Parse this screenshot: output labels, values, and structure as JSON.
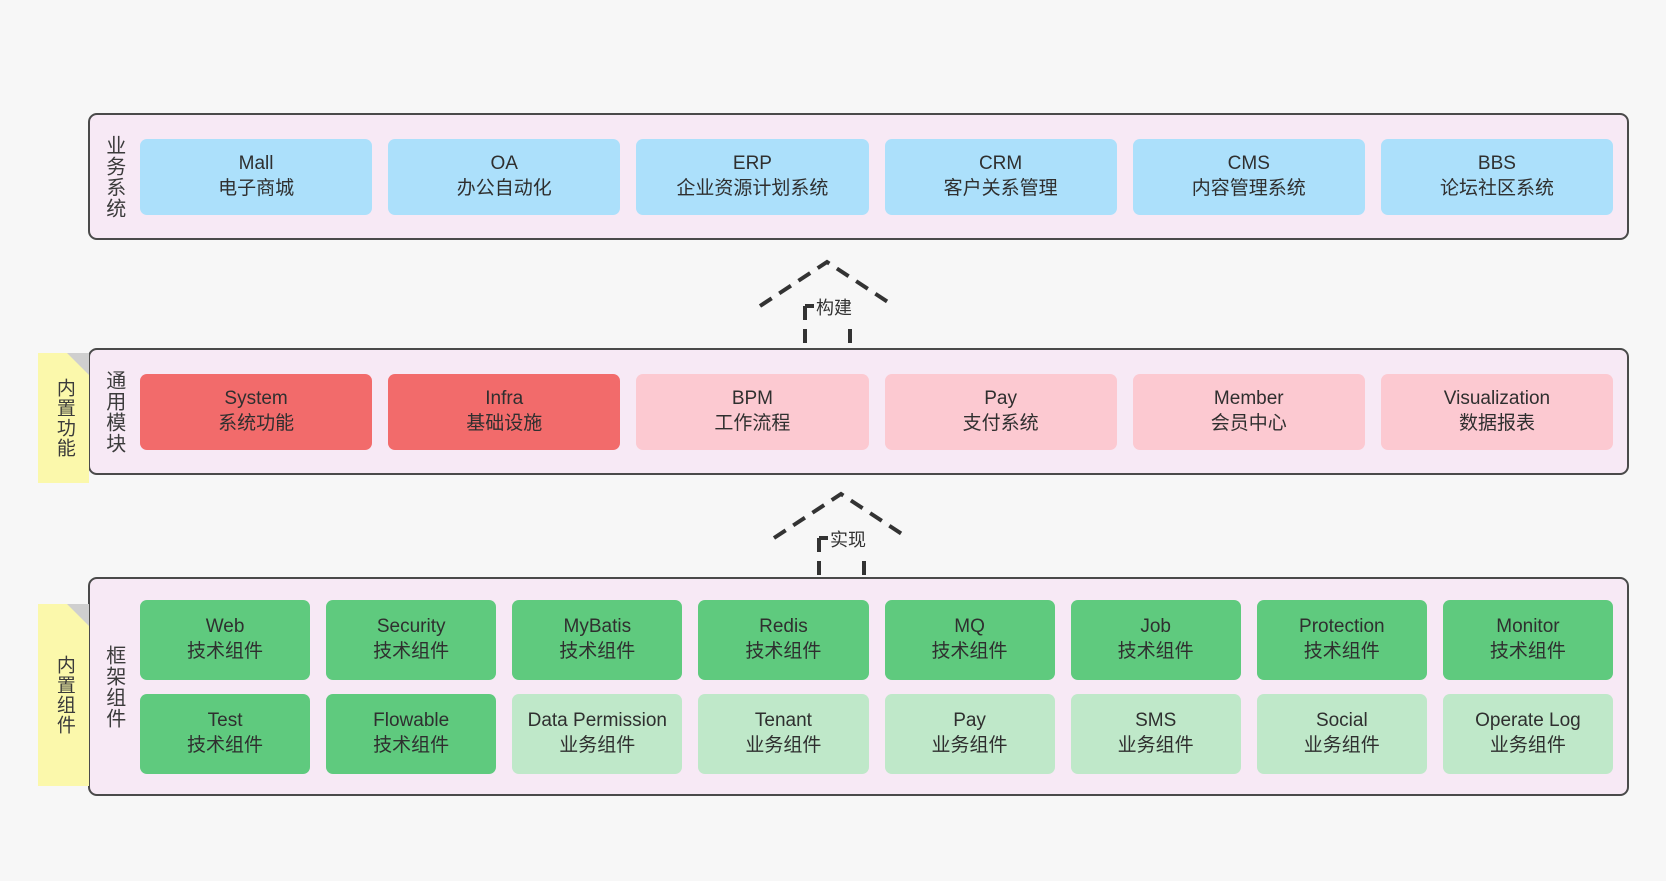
{
  "background_color": "#f7f7f7",
  "panel_color": "#f7e9f5",
  "note_color": "#fbf8ab",
  "colors": {
    "blue": "#ace0fb",
    "red_strong": "#f26b6b",
    "red_light": "#fcc9d1",
    "green_strong": "#5fca7e",
    "green_light": "#bfe8c9",
    "border": "#4a4a4a"
  },
  "notes": {
    "functions": "内置功能",
    "components": "内置组件"
  },
  "arrows": [
    {
      "name": "build",
      "label": "构建"
    },
    {
      "name": "impl",
      "label": "实现"
    }
  ],
  "layers": [
    {
      "id": "business",
      "title": "业务系统",
      "rows": [
        [
          {
            "en": "Mall",
            "cn": "电子商城",
            "color": "blue"
          },
          {
            "en": "OA",
            "cn": "办公自动化",
            "color": "blue"
          },
          {
            "en": "ERP",
            "cn": "企业资源计划系统",
            "color": "blue"
          },
          {
            "en": "CRM",
            "cn": "客户关系管理",
            "color": "blue"
          },
          {
            "en": "CMS",
            "cn": "内容管理系统",
            "color": "blue"
          },
          {
            "en": "BBS",
            "cn": "论坛社区系统",
            "color": "blue"
          }
        ]
      ]
    },
    {
      "id": "common",
      "title": "通用模块",
      "rows": [
        [
          {
            "en": "System",
            "cn": "系统功能",
            "color": "red_strong"
          },
          {
            "en": "Infra",
            "cn": "基础设施",
            "color": "red_strong"
          },
          {
            "en": "BPM",
            "cn": "工作流程",
            "color": "red_light"
          },
          {
            "en": "Pay",
            "cn": "支付系统",
            "color": "red_light"
          },
          {
            "en": "Member",
            "cn": "会员中心",
            "color": "red_light"
          },
          {
            "en": "Visualization",
            "cn": "数据报表",
            "color": "red_light"
          }
        ]
      ]
    },
    {
      "id": "framework",
      "title": "框架组件",
      "rows": [
        [
          {
            "en": "Web",
            "cn": "技术组件",
            "color": "green_strong"
          },
          {
            "en": "Security",
            "cn": "技术组件",
            "color": "green_strong"
          },
          {
            "en": "MyBatis",
            "cn": "技术组件",
            "color": "green_strong"
          },
          {
            "en": "Redis",
            "cn": "技术组件",
            "color": "green_strong"
          },
          {
            "en": "MQ",
            "cn": "技术组件",
            "color": "green_strong"
          },
          {
            "en": "Job",
            "cn": "技术组件",
            "color": "green_strong"
          },
          {
            "en": "Protection",
            "cn": "技术组件",
            "color": "green_strong"
          },
          {
            "en": "Monitor",
            "cn": "技术组件",
            "color": "green_strong"
          }
        ],
        [
          {
            "en": "Test",
            "cn": "技术组件",
            "color": "green_strong"
          },
          {
            "en": "Flowable",
            "cn": "技术组件",
            "color": "green_strong"
          },
          {
            "en": "Data Permission",
            "cn": "业务组件",
            "color": "green_light"
          },
          {
            "en": "Tenant",
            "cn": "业务组件",
            "color": "green_light"
          },
          {
            "en": "Pay",
            "cn": "业务组件",
            "color": "green_light"
          },
          {
            "en": "SMS",
            "cn": "业务组件",
            "color": "green_light"
          },
          {
            "en": "Social",
            "cn": "业务组件",
            "color": "green_light"
          },
          {
            "en": "Operate Log",
            "cn": "业务组件",
            "color": "green_light"
          }
        ]
      ]
    }
  ]
}
